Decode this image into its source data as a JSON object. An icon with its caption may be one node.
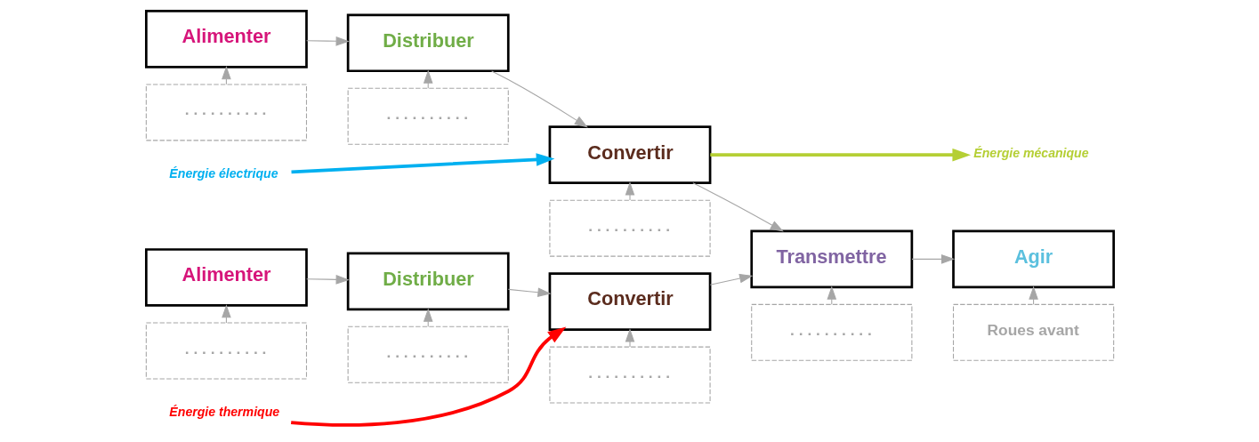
{
  "diagram": {
    "nodes": [
      {
        "text": [
          "Énergie thermique"
        ]
      },
      {
        "text": [
          "Énergie mécanique"
        ]
      },
      {
        "text": [
          "Alimenter"
        ]
      },
      {
        "text": [
          "Distribuer"
        ]
      },
      {
        "text": [
          "Convertir"
        ]
      },
      {
        "text": [
          "Transmettre"
        ]
      },
      {
        "text": [
          "Agir"
        ]
      },
      {
        "text": [
          ". . . . . . . . . ."
        ]
      },
      {
        "text": [
          ". . . . . . . . . ."
        ]
      },
      {
        "text": [
          ". . . . . . . . . ."
        ]
      },
      {
        "text": [
          ". . . . . . . . . ."
        ]
      },
      {
        "text": [
          "Roues avant"
        ]
      },
      {
        "text": [
          "Énergie électrique"
        ]
      },
      {
        "text": [
          "Alimenter"
        ]
      },
      {
        "text": [
          "Distribuer"
        ]
      },
      {
        "text": [
          "Convertir"
        ]
      },
      {
        "text": [
          ". . . . . . . . . ."
        ]
      },
      {
        "text": [
          ". . . . . . . . . ."
        ]
      },
      {
        "text": [
          ". . . . . . . . . ."
        ]
      }
    ],
    "edges": [
      {
        "from": 2,
        "to": 3,
        "arrow": "to"
      },
      {
        "from": 3,
        "to": 4,
        "arrow": "to"
      },
      {
        "from": 4,
        "to": 5,
        "arrow": "to"
      },
      {
        "from": 5,
        "to": 6,
        "arrow": "to"
      },
      {
        "from": 7,
        "to": 2,
        "arrow": "to"
      },
      {
        "from": 8,
        "to": 3,
        "arrow": "to"
      },
      {
        "from": 9,
        "to": 4,
        "arrow": "to"
      },
      {
        "from": 10,
        "to": 5,
        "arrow": "to"
      },
      {
        "from": 11,
        "to": 6,
        "arrow": "to"
      },
      {
        "from": 13,
        "to": 14,
        "arrow": "to"
      },
      {
        "from": 14,
        "to": 15,
        "arrow": "to"
      },
      {
        "from": 15,
        "to": 5,
        "arrow": "to"
      },
      {
        "from": 16,
        "to": 13,
        "arrow": "to"
      },
      {
        "from": 17,
        "to": 14,
        "arrow": "to"
      },
      {
        "from": 18,
        "to": 15,
        "arrow": "to"
      },
      {
        "from": 0,
        "to": 4,
        "arrow": "to",
        "style": "thick",
        "color": "#ff0000"
      },
      {
        "from": 12,
        "to": 15,
        "arrow": "to",
        "style": "thick",
        "color": "#00b0f0"
      },
      {
        "from": 15,
        "to": 1,
        "arrow": "to",
        "style": "thick",
        "color": "#b5cf35"
      }
    ]
  }
}
